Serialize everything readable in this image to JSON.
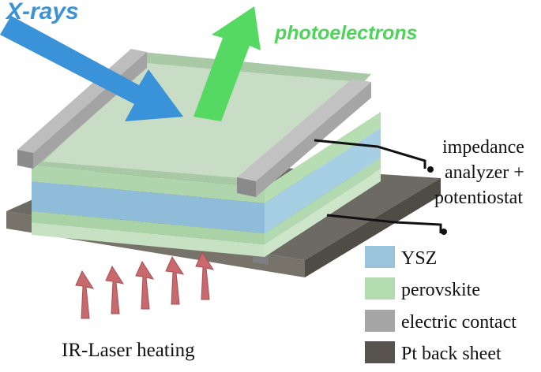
{
  "labels": {
    "xrays": "X-rays",
    "photoelectrons": "photoelectrons",
    "instrument_line1": "impedance",
    "instrument_line2": "analyzer +",
    "instrument_line3": "potentiostat",
    "heating": "IR-Laser heating"
  },
  "legend": [
    {
      "label": "YSZ",
      "color": "#9cc3dc"
    },
    {
      "label": "perovskite",
      "color": "#b3dbb0"
    },
    {
      "label": "electric contact",
      "color": "#a6a6a6"
    },
    {
      "label": "Pt back sheet",
      "color": "#57534e"
    }
  ],
  "colors": {
    "xray_arrow": "#3a93d8",
    "photoelectron_arrow": "#55d962",
    "xray_text": "#3a93d8",
    "photoelectron_text": "#4fd45a",
    "heating_arrow": "#c8696d",
    "wire": "#111111"
  }
}
